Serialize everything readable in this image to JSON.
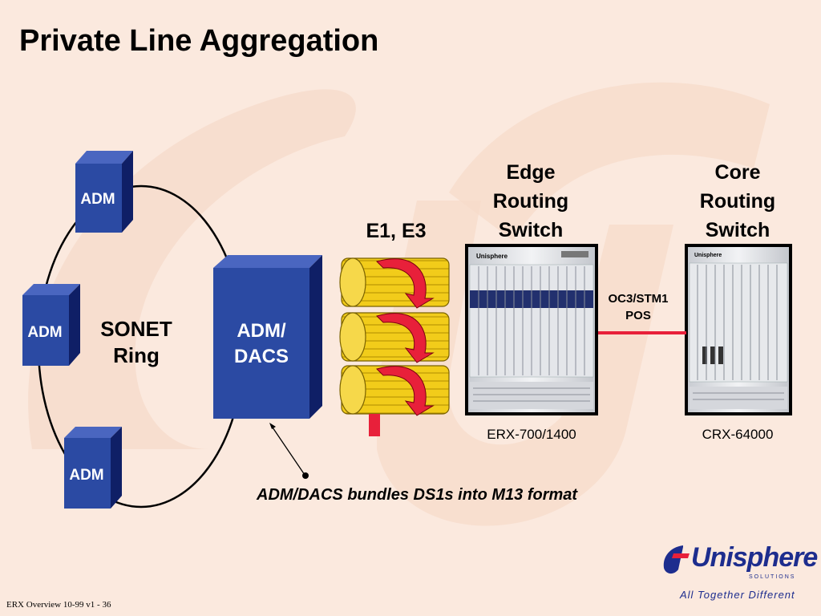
{
  "slide": {
    "title": "Private Line Aggregation",
    "footer": "ERX Overview 10-99 v1 - 36",
    "caption": "ADM/DACS bundles DS1s into M13 format"
  },
  "ring": {
    "label_line1": "SONET",
    "label_line2": "Ring",
    "nodes": [
      "ADM",
      "ADM",
      "ADM"
    ]
  },
  "adm_dacs": {
    "line1": "ADM/",
    "line2": "DACS"
  },
  "bundles_label": "E1, E3",
  "edge_switch": {
    "heading": [
      "Edge",
      "Routing",
      "Switch"
    ],
    "model": "ERX-700/1400",
    "chassis_brand": "Unisphere"
  },
  "core_switch": {
    "heading": [
      "Core",
      "Routing",
      "Switch"
    ],
    "model": "CRX-64000",
    "chassis_brand": "Unisphere"
  },
  "link": {
    "line1": "OC3/STM1",
    "line2": "POS"
  },
  "logo": {
    "name": "Unisphere",
    "sub": "SOLUTIONS",
    "tagline": "All Together Different"
  },
  "colors": {
    "background": "#fbe9de",
    "cube_front": "#2b4aa3",
    "cube_dark": "#0f1f66",
    "link": "#e8203a",
    "fiber": "#f2cc1a",
    "arrow": "#e8203a"
  }
}
